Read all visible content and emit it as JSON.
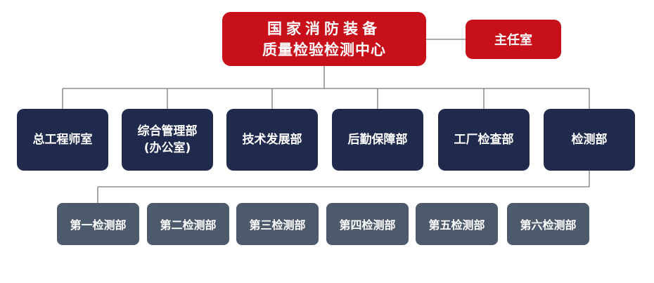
{
  "root": {
    "line1": "国家消防装备",
    "line2": "质量检验检测中心"
  },
  "office": {
    "label": "主任室"
  },
  "departments": [
    {
      "line1": "总工程师室",
      "line2": ""
    },
    {
      "line1": "综合管理部",
      "line2": "(办公室)"
    },
    {
      "line1": "技术发展部",
      "line2": ""
    },
    {
      "line1": "后勤保障部",
      "line2": ""
    },
    {
      "line1": "工厂检查部",
      "line2": ""
    },
    {
      "line1": "检测部",
      "line2": ""
    }
  ],
  "sub_departments": [
    {
      "label": "第一检测部"
    },
    {
      "label": "第二检测部"
    },
    {
      "label": "第三检测部"
    },
    {
      "label": "第四检测部"
    },
    {
      "label": "第五检测部"
    },
    {
      "label": "第六检测部"
    }
  ],
  "colors": {
    "root": "#c8101a",
    "department": "#1f2a4d",
    "sub_department": "#4d5a6c",
    "connector": "#7a7a7a"
  }
}
